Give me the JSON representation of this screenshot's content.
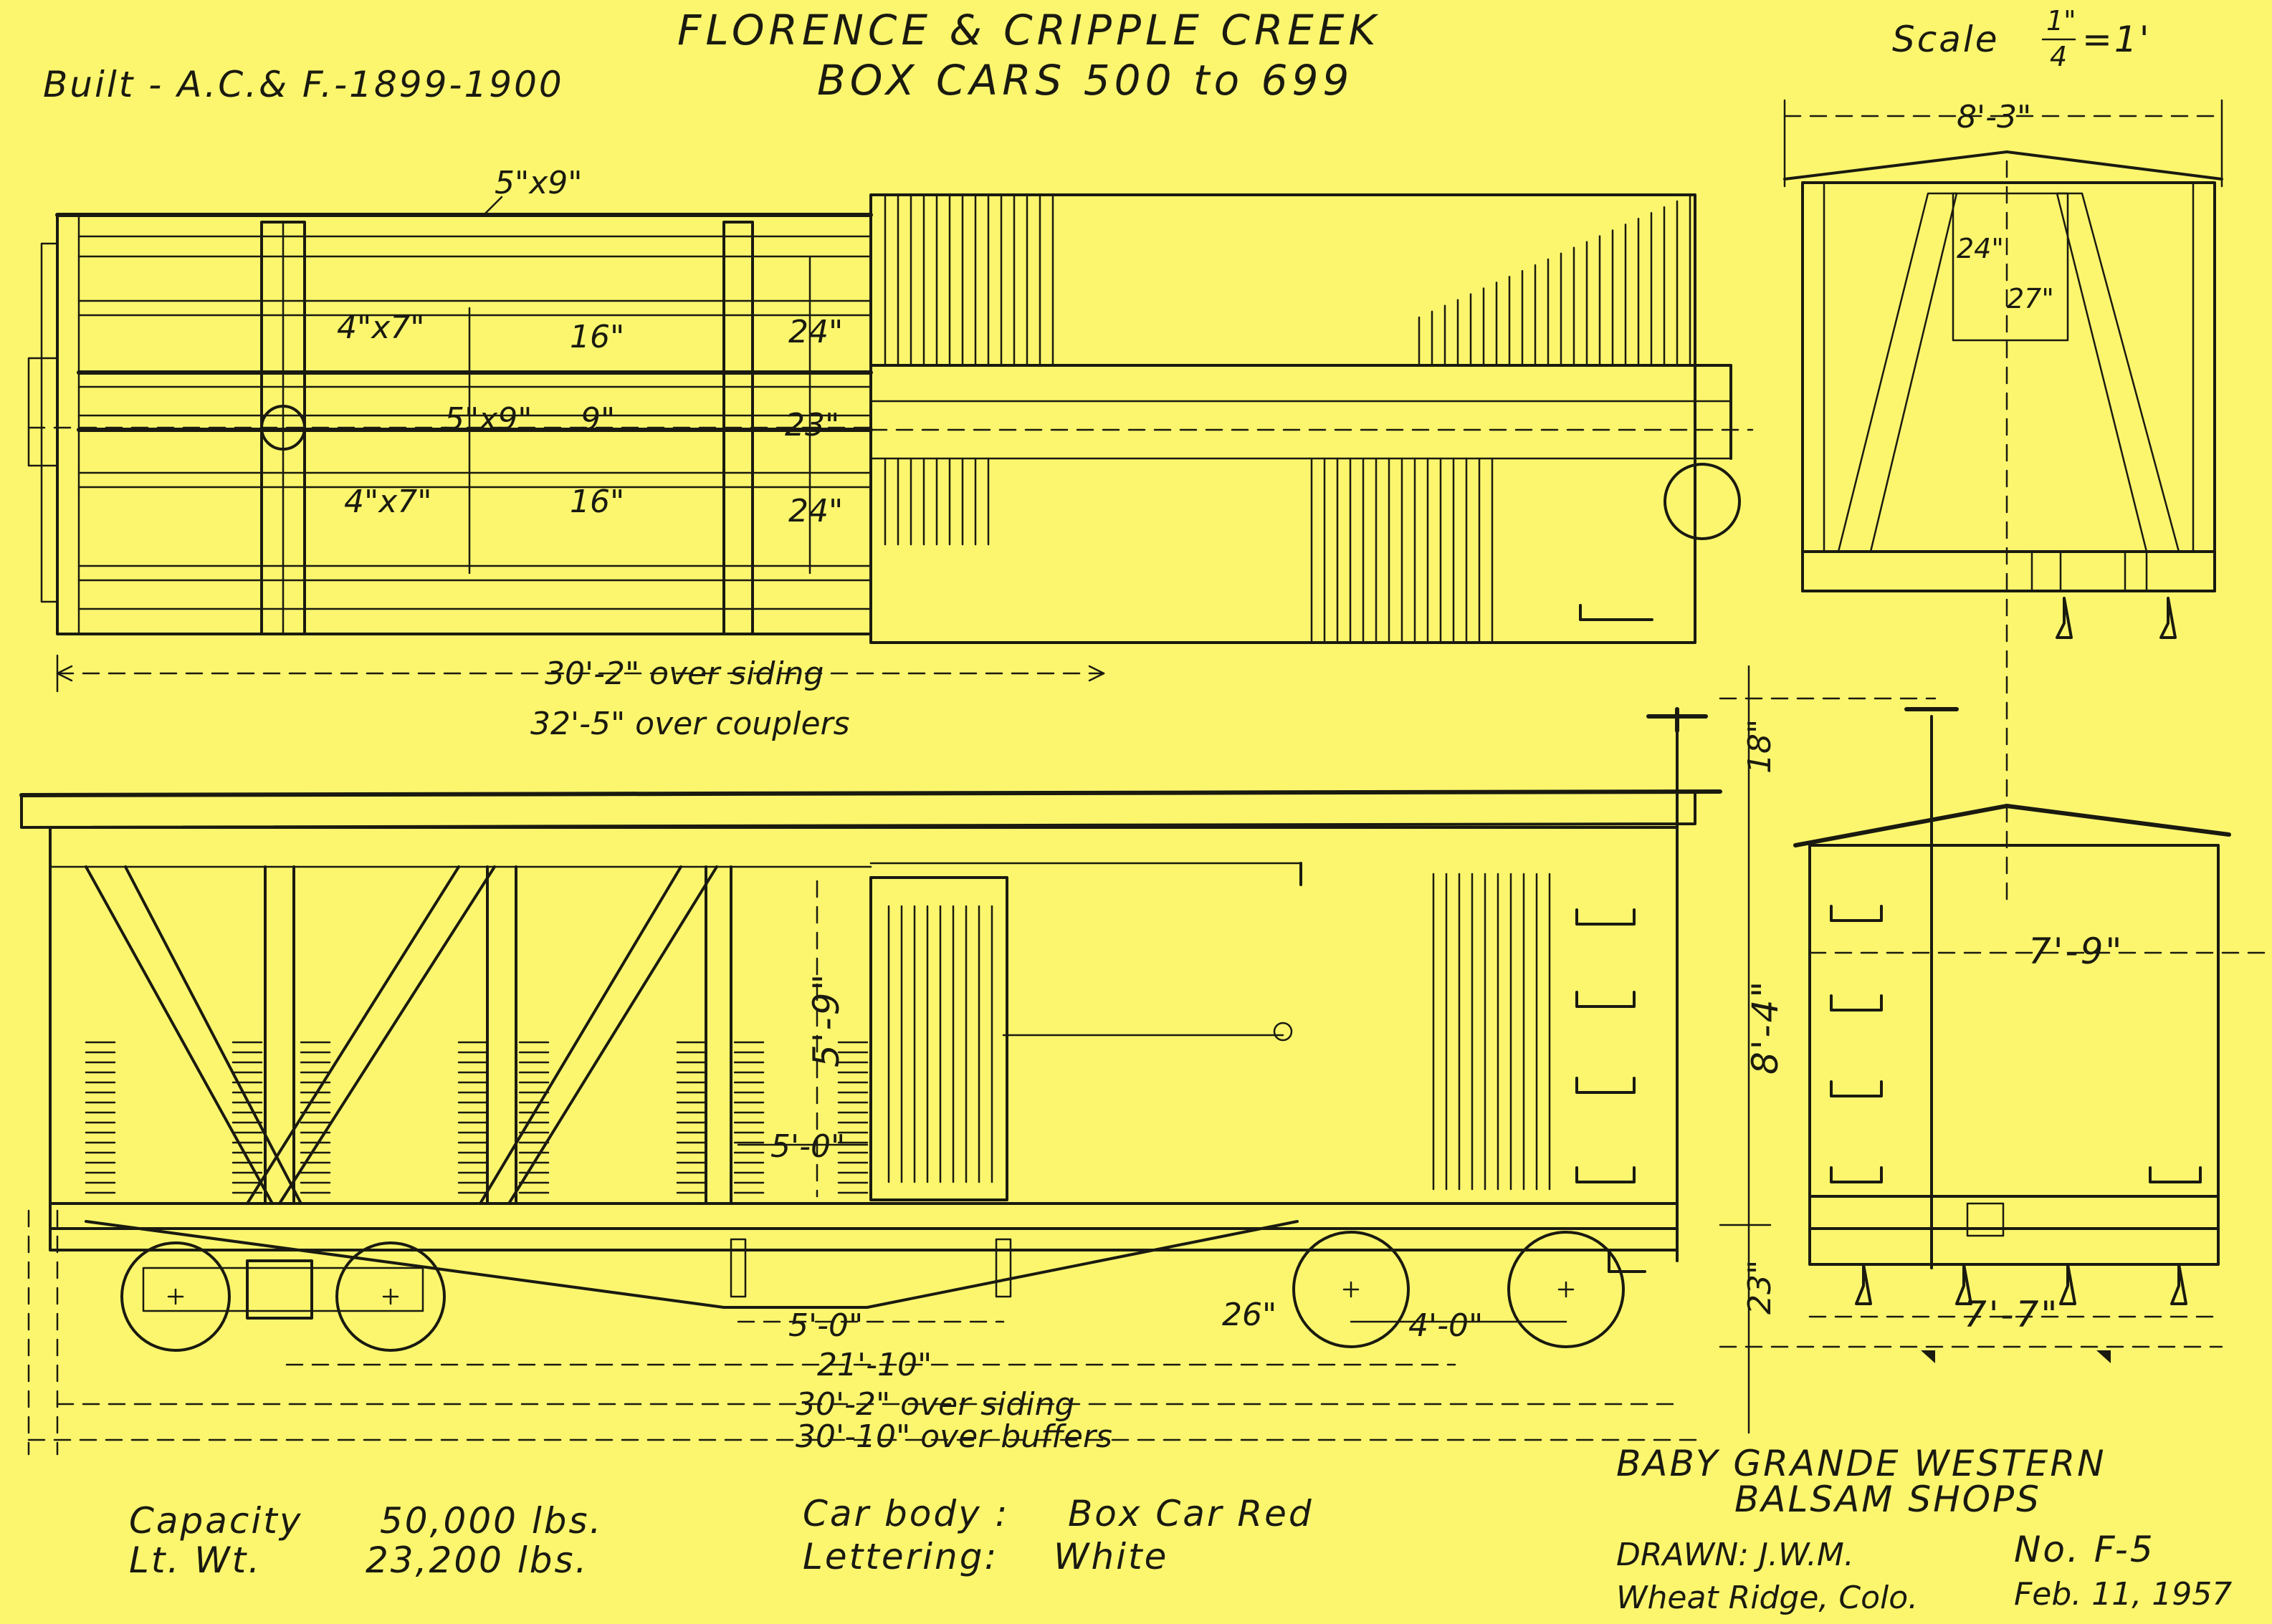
{
  "title": {
    "line1": "FLORENCE & CRIPPLE CREEK",
    "line2": "BOX CARS 500 to 699",
    "built": "Built - A.C.& F.-1899-1900",
    "scale_prefix": "Scale",
    "scale_num": "1\"",
    "scale_den": "4",
    "scale_suffix": "=1'"
  },
  "dimensions": {
    "plan_top_timber": "5\"x9\"",
    "plan_upper_stringer": "4\"x7\"",
    "plan_center_sill": "5\"x9\"",
    "plan_lower_stringer": "4\"x7\"",
    "plan_upper_space": "16\"",
    "plan_center_space": "9\"",
    "plan_lower_space": "16\"",
    "plan_right_upper": "24\"",
    "plan_right_center": "23\"",
    "plan_right_lower": "24\"",
    "plan_length_siding": "30'-2\" over siding",
    "plan_length_couplers": "32'-5\" over couplers",
    "end_width": "8'-3\"",
    "end_hatch_w": "24\"",
    "end_hatch_h": "27\"",
    "side_door_height": "5'-9\"",
    "side_door_width": "5'-0\"",
    "side_truss_spacing": "5'-0\"",
    "side_wheel_dia": "26\"",
    "side_wheelbase": "4'-0\"",
    "side_truck_centers": "21'-10\"",
    "side_over_siding": "30'-2\" over siding",
    "side_over_buffers": "30'-10\" over buffers",
    "side_brake_height": "18\"",
    "side_body_height": "8'-4\"",
    "side_floor_height": "23\"",
    "end_elev_inside": "7'-9\"",
    "end_elev_truck": "7'-7\""
  },
  "notes": {
    "capacity_label": "Capacity",
    "capacity_value": "50,000 lbs.",
    "lt_label": "Lt. Wt.",
    "lt_value": "23,200 lbs.",
    "body_label": "Car body :",
    "body_value": "Box Car Red",
    "lettering_label": "Lettering:",
    "lettering_value": "White"
  },
  "titleblock": {
    "company": "BABY GRANDE WESTERN",
    "shop": "BALSAM SHOPS",
    "drawn": "DRAWN: J.W.M.",
    "number": "No. F-5",
    "place": "Wheat Ridge, Colo.",
    "date": "Feb. 11, 1957"
  },
  "colors": {
    "paper": "#fbf66e",
    "ink": "#1a1a10"
  }
}
